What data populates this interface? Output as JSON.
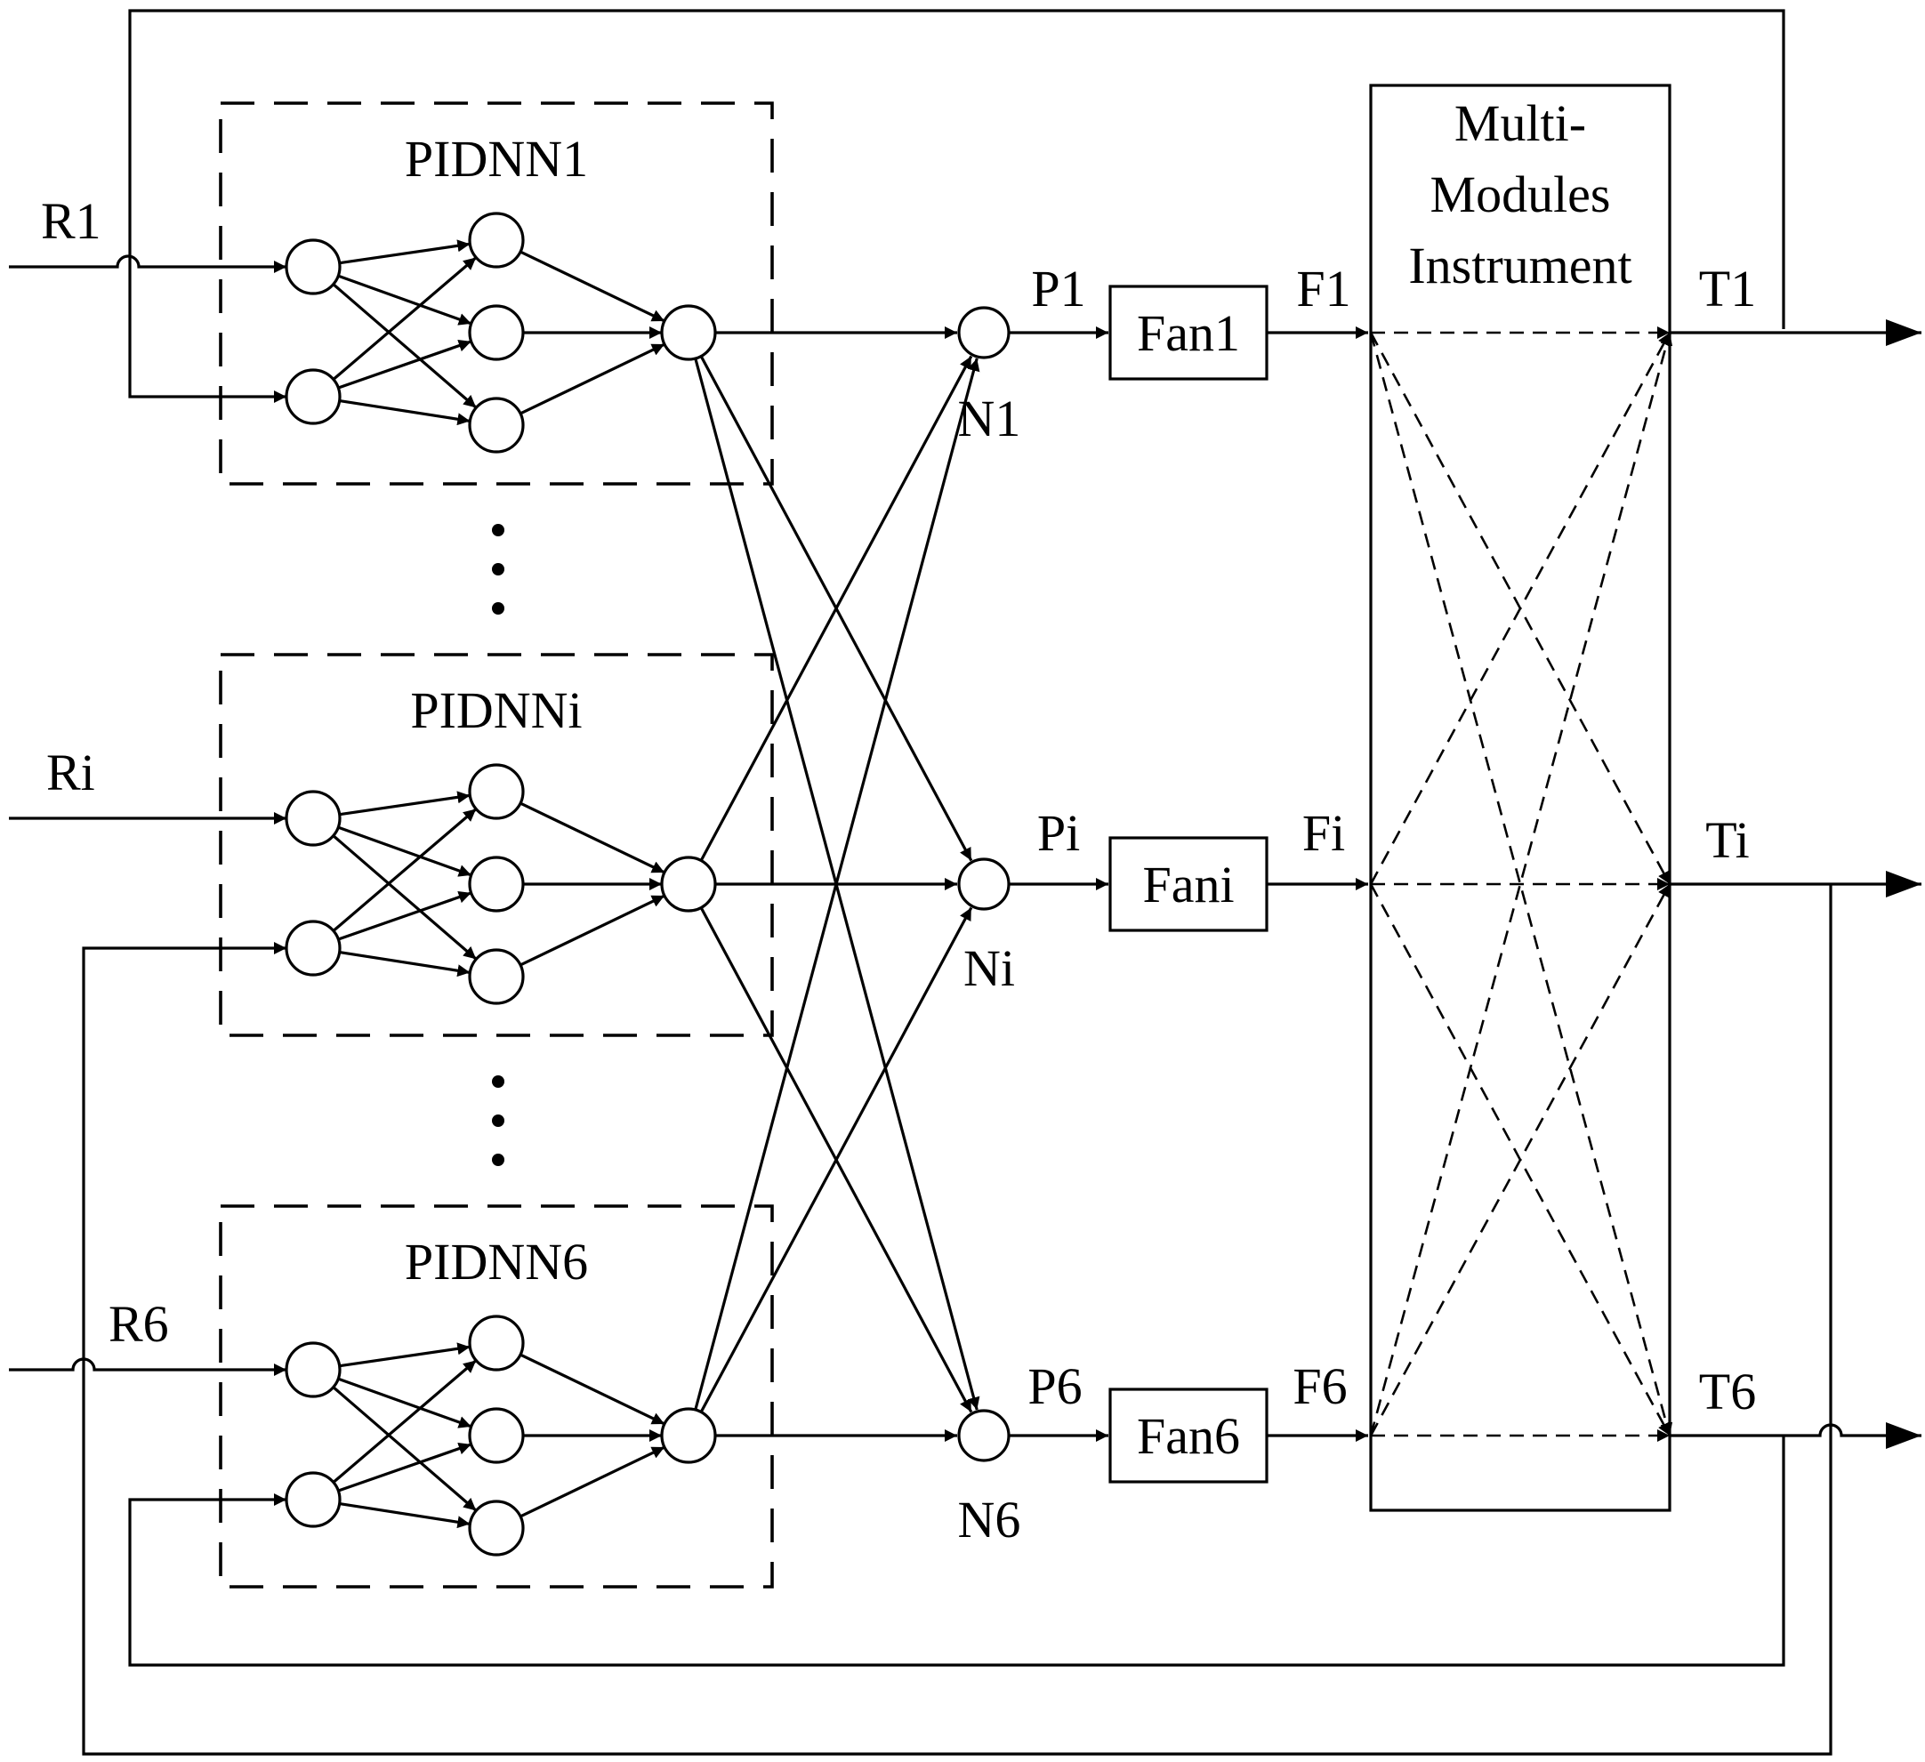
{
  "inputs": {
    "r1": "R1",
    "ri": "Ri",
    "r6": "R6"
  },
  "controllers": {
    "pidnn1": "PIDNN1",
    "pidnni": "PIDNNi",
    "pidnn6": "PIDNN6"
  },
  "signals": {
    "p1": "P1",
    "pi": "Pi",
    "p6": "P6"
  },
  "summing_nodes": {
    "n1": "N1",
    "ni": "Ni",
    "n6": "N6"
  },
  "fans": {
    "fan1": "Fan1",
    "fani": "Fani",
    "fan6": "Fan6"
  },
  "fan_outputs": {
    "f1": "F1",
    "fi": "Fi",
    "f6": "F6"
  },
  "instrument": {
    "line1": "Multi-",
    "line2": "Modules",
    "line3": "Instrument"
  },
  "temperatures": {
    "t1": "T1",
    "ti": "Ti",
    "t6": "T6"
  }
}
